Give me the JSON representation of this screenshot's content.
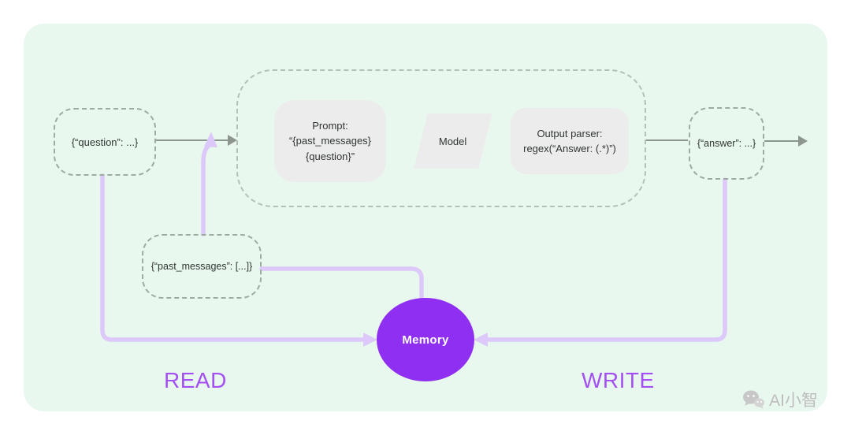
{
  "diagram": {
    "chain": {
      "prompt": {
        "line1": "Prompt:",
        "line2": "“{past_messages}",
        "line3": "{question}”"
      },
      "model": {
        "label": "Model"
      },
      "output_parser": {
        "line1": "Output parser:",
        "line2": "regex(“Answer: (.*)”)"
      }
    },
    "nodes": {
      "question": "{“question”: ...}",
      "past_messages": "{“past_messages”: [...]}",
      "answer": "{“answer”: ...}",
      "memory": "Memory"
    },
    "labels": {
      "read": "READ",
      "write": "WRITE"
    },
    "colors": {
      "board_background": "#e9f8ef",
      "node_fill": "#ececec",
      "dashed_border": "#9caca1",
      "gray_connector": "#8d958f",
      "purple_connector": "#dcc8f9",
      "memory_fill": "#8f2ff2",
      "read_write_text": "#a44ff2"
    }
  },
  "watermark": {
    "text": "AI小智"
  }
}
